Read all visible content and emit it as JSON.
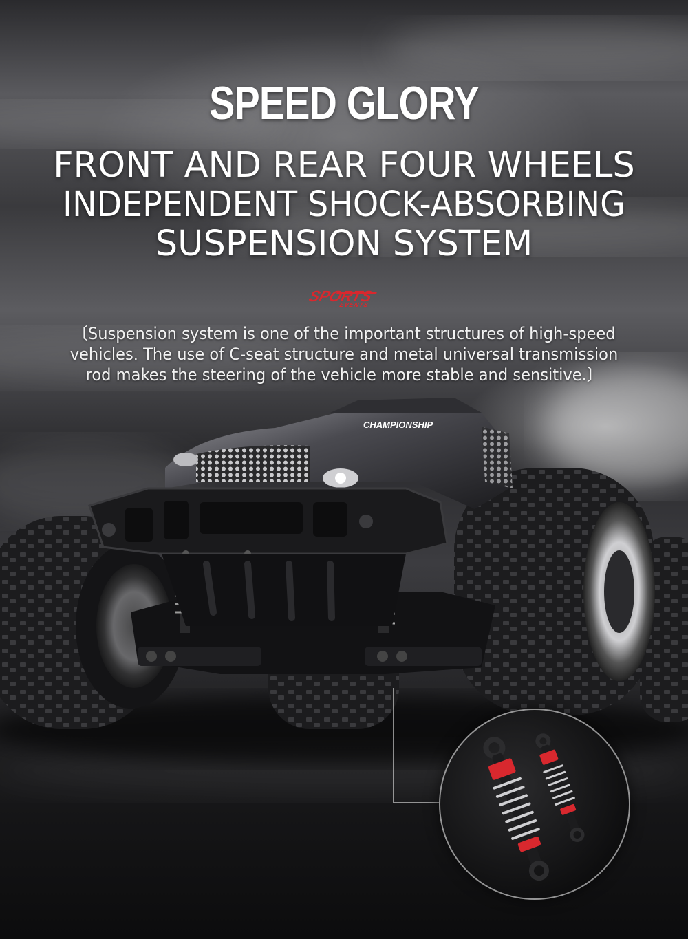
{
  "header": {
    "title": "SPEED GLORY",
    "subtitle_lines": [
      "FRONT AND REAR FOUR WHEELS",
      "INDEPENDENT SHOCK-ABSORBING",
      "SUSPENSION SYSTEM"
    ]
  },
  "badge": {
    "main_text": "SPORTS",
    "sub_text": "EVENTS"
  },
  "description": {
    "lines": [
      "〔Suspension system is one of the important structures of high-speed",
      "vehicles. The use of C-seat structure and metal universal transmission",
      "rod makes the steering of the vehicle more stable and sensitive.〕"
    ]
  },
  "truck": {
    "body_text": "CHAMPIONSHIP"
  },
  "colors": {
    "text": "#ffffff",
    "accent_red": "#d8282e",
    "body_dark": "#1e1e20",
    "tire": "#222224"
  }
}
